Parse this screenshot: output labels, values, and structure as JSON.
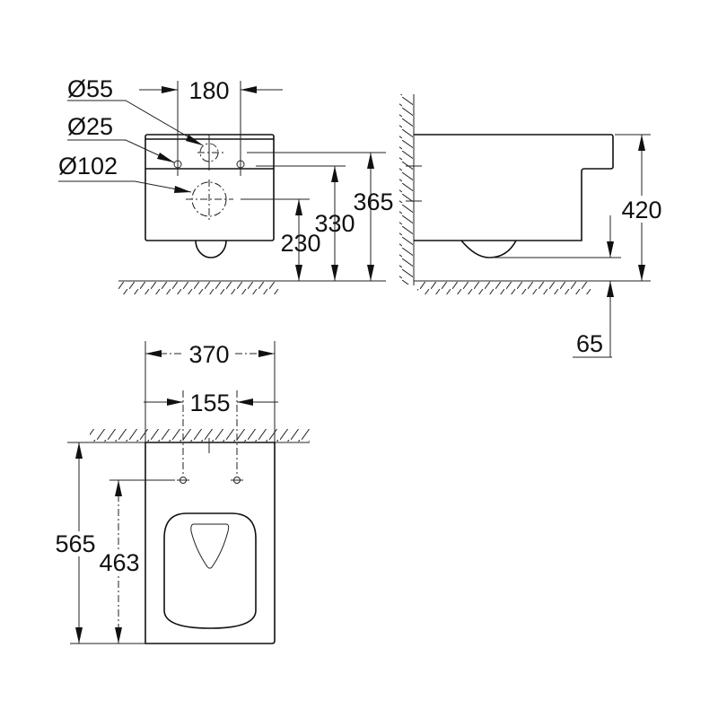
{
  "front_view": {
    "dia_outlet_label": "Ø55",
    "dia_bolt_label": "Ø25",
    "dia_inlet_label": "Ø102",
    "bolt_spacing_label": "180",
    "inlet_height_label": "230",
    "bolt_height_label": "330",
    "outlet_height_label": "365"
  },
  "side_view": {
    "total_height_label": "420",
    "floor_clearance_label": "65"
  },
  "top_view": {
    "width_label": "370",
    "bolt_spacing_label": "155",
    "depth_label": "565",
    "bolt_depth_label": "463"
  }
}
